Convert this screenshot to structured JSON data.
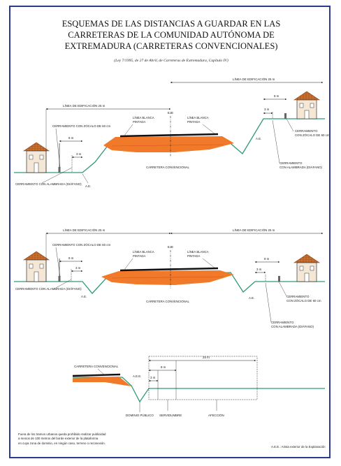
{
  "title_lines": [
    "ESQUEMAS DE LAS DISTANCIAS A GUARDAR EN LAS",
    "CARRETERAS DE LA COMUNIDAD AUTÓNOMA DE",
    "EXTREMADURA (CARRETERAS CONVENCIONALES)"
  ],
  "subtitle": "(Ley 7/1995, de 27 de Abril, de Carreteras de Extremadura, Capítulo IV)",
  "labels": {
    "linea_edificacion": "LÍNEA DE EDIFICACIÓN 25 m",
    "cerramiento_zocalo": "CERRAMIENTO CON ZÓCALO DE 60 cm",
    "cerramiento_alambrada": "CERRAMIENTO CON ALAMBRADA (DIÁFANO)",
    "cerramiento": "CERRAMIENTO",
    "con_zocalo": "CON ZÓCALO DE 60 cm",
    "con_alambrada": "CON ALAMBRADA (DIÁFANO)",
    "linea_blanca_1": "LÍNEA BLANCA",
    "linea_blanca_2": "PINTADA",
    "eje": "EJE",
    "carretera_convencional": "CARRETERA CONVENCIONAL",
    "ae": "A.E.",
    "dist_8": "8 m",
    "dist_3": "3 m",
    "dist_25": "25 m"
  },
  "bottom": {
    "carretera": "CARRETERA CONVENCIONAL",
    "ae": "A.E.E.",
    "dist_3": "3 m",
    "dist_8": "8 m",
    "dist_25": "25 m",
    "dominio": "DOMINIO PÚBLICO",
    "servidumbre": "SERVIDUMBRE",
    "afeccion": "AFECCIÓN"
  },
  "footnote": [
    "Fuera de los tramos urbanos queda prohibido realizar publicidad",
    "a menos de 100 metros del borde exterior de la plataforma",
    "en cuya zona de dominio, en ningún caso, terreno o reconexión."
  ],
  "legend": "A.E.E.: Arista exterior de la Explanación",
  "colors": {
    "frame": "#2b3a8f",
    "ground": "#2d9a78",
    "embankment": "#f07a2a",
    "asphalt": "#111111",
    "roof": "#c9702e",
    "wall": "#f4e7d6"
  }
}
